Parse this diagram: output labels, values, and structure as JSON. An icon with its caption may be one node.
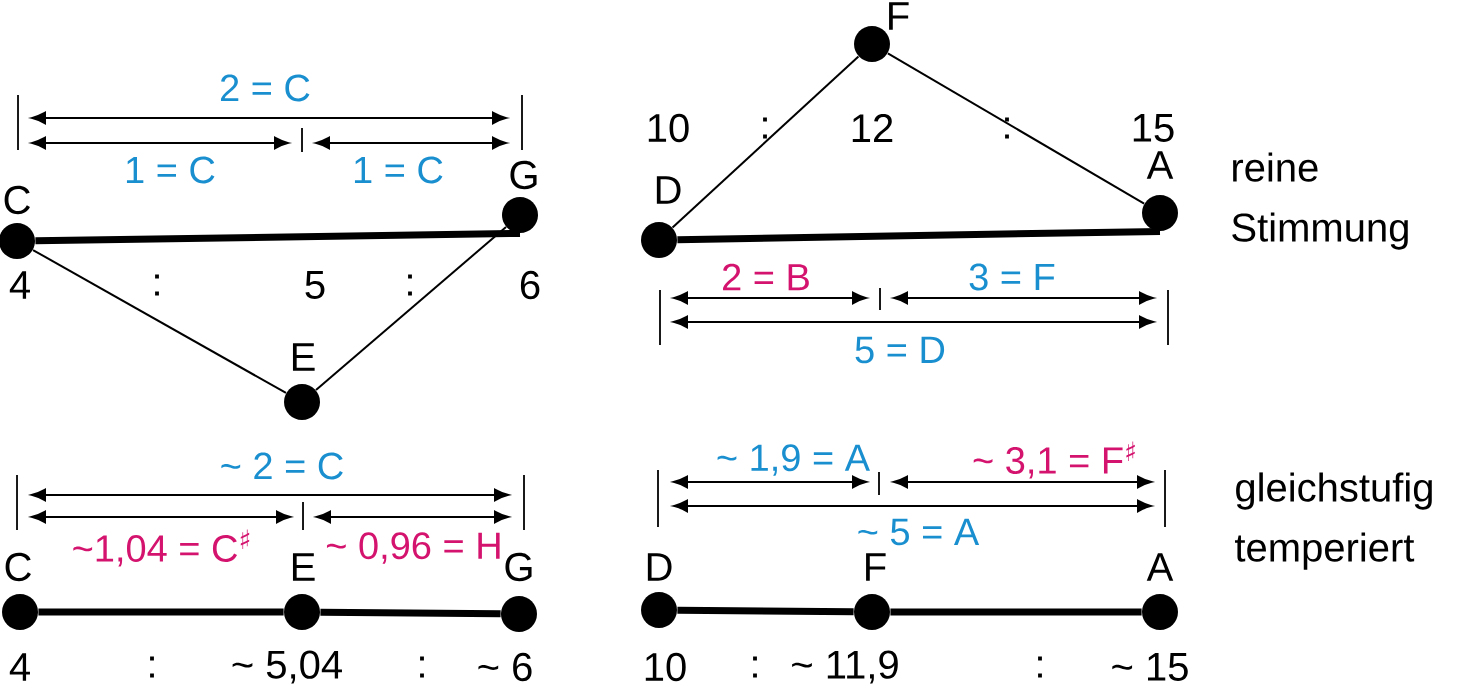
{
  "diagram": {
    "nodes": [
      {
        "text": [],
        "shape": "circle",
        "beside": [
          "C"
        ]
      },
      {
        "text": [],
        "shape": "circle",
        "beside": [
          "G"
        ]
      },
      {
        "text": [],
        "shape": "circle",
        "beside": [
          "E"
        ]
      },
      {
        "text": [],
        "shape": "circle",
        "beside": [
          "F"
        ]
      },
      {
        "text": [],
        "shape": "circle",
        "beside": [
          "D"
        ]
      },
      {
        "text": [],
        "shape": "circle",
        "beside": [
          "A"
        ]
      },
      {
        "text": [],
        "shape": "circle",
        "beside": [
          "C"
        ]
      },
      {
        "text": [],
        "shape": "circle",
        "beside": [
          "E"
        ]
      },
      {
        "text": [],
        "shape": "circle",
        "beside": [
          "G"
        ]
      },
      {
        "text": [],
        "shape": "circle",
        "beside": [
          "D"
        ]
      },
      {
        "text": [],
        "shape": "circle",
        "beside": [
          "F"
        ]
      },
      {
        "text": [],
        "shape": "circle",
        "beside": [
          "A"
        ]
      }
    ],
    "edges": [
      {
        "from": 0,
        "to": 2,
        "arrow": "none"
      },
      {
        "from": 2,
        "to": 1,
        "arrow": "none"
      },
      {
        "from": 0,
        "to": 1,
        "arrow": "none"
      },
      {
        "from": 4,
        "to": 3,
        "arrow": "none"
      },
      {
        "from": 3,
        "to": 5,
        "arrow": "none"
      },
      {
        "from": 4,
        "to": 5,
        "arrow": "none"
      },
      {
        "from": 6,
        "to": 7,
        "arrow": "none"
      },
      {
        "from": 7,
        "to": 8,
        "arrow": "none"
      },
      {
        "from": 9,
        "to": 10,
        "arrow": "none"
      },
      {
        "from": 10,
        "to": 11,
        "arrow": "none"
      }
    ],
    "labels": [
      "2 = C",
      "1 = C",
      "1 = C",
      "4",
      ":",
      "5",
      ":",
      "6",
      "10",
      ":",
      "12",
      ":",
      "15",
      "2 = B",
      "3 = F",
      "5 = D",
      "reine Stimmung",
      "~ 2 = C",
      "~1,04 = C$^{♯}$",
      "~ 0,96 = H",
      "4",
      ":",
      "~ 5,04",
      ":",
      "~ 6",
      "~ 1,9 = A",
      "~ 3,1 = F$^{♯}$",
      "~ 5 = A",
      "10",
      ":",
      "~ 11,9",
      ":",
      "~ 15",
      "gleichstufig temperiert"
    ]
  }
}
